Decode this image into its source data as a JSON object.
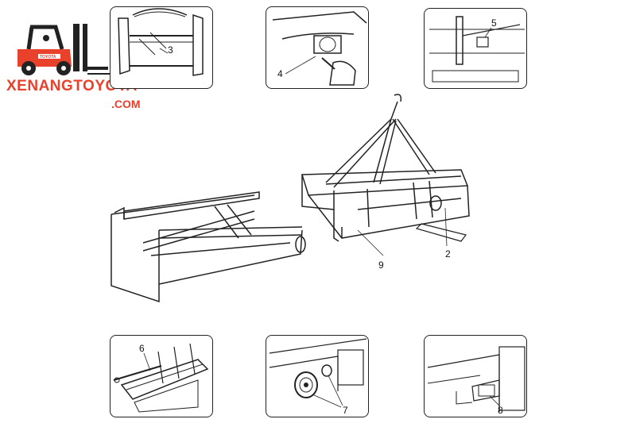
{
  "brand": {
    "name": "XENANGTOYOTA",
    "domain": ".COM",
    "forklift_badge": "TOYOTA",
    "accent": "#e8412c"
  },
  "callouts": {
    "c3": "3",
    "c4": "4",
    "c5": "5",
    "c9": "9",
    "c2": "2",
    "c6": "6",
    "c7": "7",
    "c8": "8"
  }
}
